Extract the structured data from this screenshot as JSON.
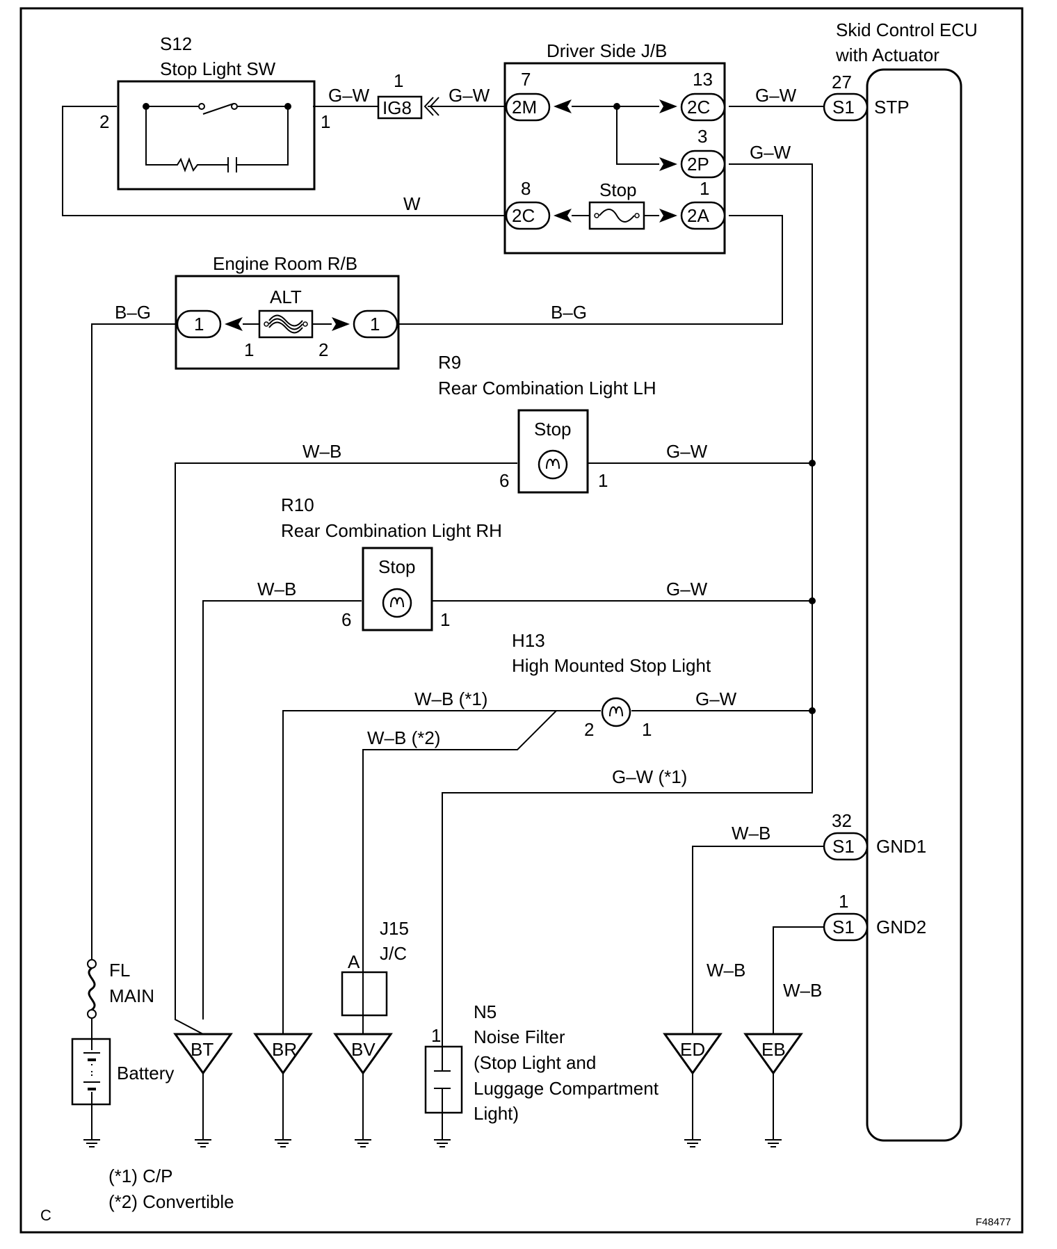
{
  "corner_left": "C",
  "corner_right": "F48477",
  "notes": [
    "(*1) C/P",
    "(*2) Convertible"
  ],
  "ecu": {
    "title_line1": "Skid Control ECU",
    "title_line2": "with Actuator",
    "stp": {
      "pin": "27",
      "conn": "S1",
      "label": "STP"
    },
    "gnd1": {
      "pin": "32",
      "conn": "S1",
      "label": "GND1"
    },
    "gnd2": {
      "pin": "1",
      "conn": "S1",
      "label": "GND2"
    }
  },
  "s12": {
    "code": "S12",
    "name": "Stop Light SW",
    "pin_left": "2",
    "pin_right": "1"
  },
  "ig8": {
    "pin": "1",
    "label": "IG8"
  },
  "jb": {
    "title": "Driver Side J/B",
    "fuse": "Stop",
    "c2m": {
      "pin": "7",
      "label": "2M"
    },
    "c2c_top": {
      "pin": "13",
      "label": "2C"
    },
    "c2p": {
      "pin": "3",
      "label": "2P"
    },
    "c2c_bot": {
      "pin": "8",
      "label": "2C"
    },
    "c2a": {
      "pin": "1",
      "label": "2A"
    }
  },
  "rb": {
    "title": "Engine Room R/B",
    "fuse": "ALT",
    "conn_left": "1",
    "conn_right": "1",
    "pin_left": "1",
    "pin_right": "2"
  },
  "r9": {
    "code": "R9",
    "name": "Rear Combination Light LH",
    "lamp": "Stop",
    "pin_left": "6",
    "pin_right": "1"
  },
  "r10": {
    "code": "R10",
    "name": "Rear Combination Light RH",
    "lamp": "Stop",
    "pin_left": "6",
    "pin_right": "1"
  },
  "h13": {
    "code": "H13",
    "name": "High Mounted Stop Light",
    "pin_left": "2",
    "pin_right": "1"
  },
  "j15": {
    "code": "J15",
    "name": "J/C",
    "pin": "A"
  },
  "n5": {
    "code": "N5",
    "pin": "1",
    "line1": "Noise Filter",
    "line2": "(Stop Light and",
    "line3": "Luggage Compartment",
    "line4": "Light)"
  },
  "fl": {
    "line1": "FL",
    "line2": "MAIN"
  },
  "battery": "Battery",
  "grounds": {
    "bt": "BT",
    "br": "BR",
    "bv": "BV",
    "ed": "ED",
    "eb": "EB"
  },
  "wires": {
    "gw_sw": "G–W",
    "gw_ig8": "G–W",
    "gw_stp": "G–W",
    "gw_2p": "G–W",
    "w": "W",
    "bg_left": "B–G",
    "bg_right": "B–G",
    "wb_r9": "W–B",
    "gw_r9": "G–W",
    "wb_r10": "W–B",
    "gw_r10": "G–W",
    "wb_h13_1": "W–B (*1)",
    "wb_h13_2": "W–B (*2)",
    "gw_h13": "G–W",
    "gw_n5": "G–W (*1)",
    "wb_gnd1": "W–B",
    "wb_ed": "W–B",
    "wb_eb": "W–B"
  }
}
